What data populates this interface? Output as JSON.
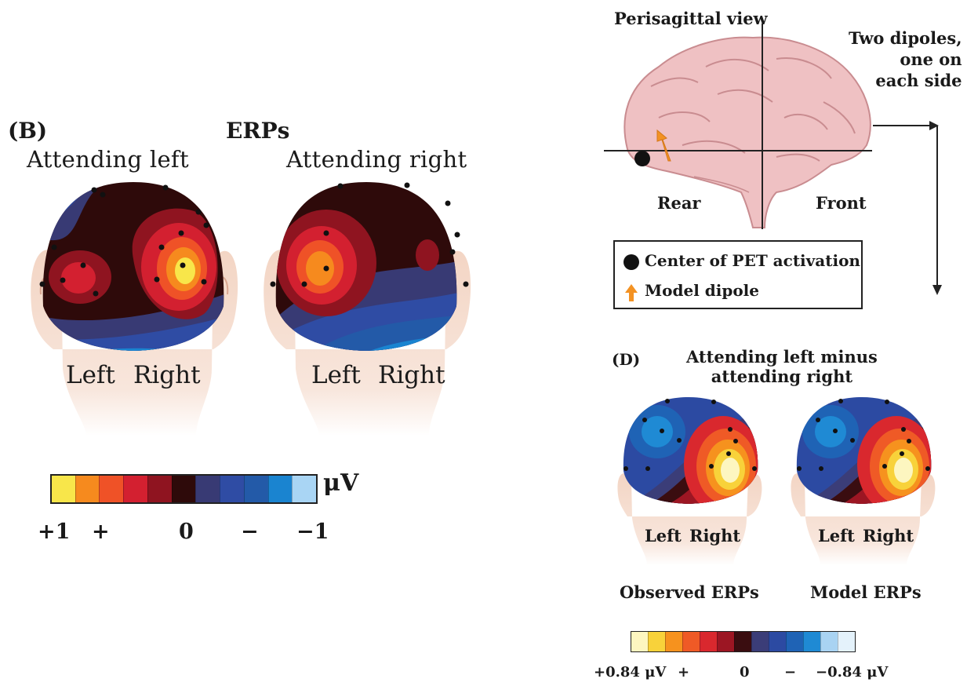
{
  "panel_b": {
    "label": "(B)",
    "title": "ERPs",
    "heads": [
      {
        "title": "Attending left",
        "left": "Left",
        "right": "Right"
      },
      {
        "title": "Attending right",
        "left": "Left",
        "right": "Right"
      }
    ],
    "scale": {
      "unit": "μV",
      "ticks": [
        "+1",
        "+",
        "0",
        "−",
        "−1"
      ],
      "colors": [
        "#f8e64a",
        "#f68a1e",
        "#ef5227",
        "#d32030",
        "#8f1420",
        "#2e0a0a",
        "#383a74",
        "#2f4ca4",
        "#235aa8",
        "#1a84d0",
        "#a9d5f4"
      ]
    }
  },
  "panel_c": {
    "view_label": "Perisagittal view",
    "note": "Two dipoles,\none on\neach side",
    "rear": "Rear",
    "front": "Front",
    "legend": [
      {
        "icon": "pet-center-dot",
        "text": "Center of PET activation"
      },
      {
        "icon": "dipole-arrow",
        "text": "Model dipole"
      }
    ]
  },
  "panel_d": {
    "label": "(D)",
    "title": "Attending left minus\nattending right",
    "heads": [
      {
        "caption": "Observed ERPs",
        "left": "Left",
        "right": "Right"
      },
      {
        "caption": "Model ERPs",
        "left": "Left",
        "right": "Right"
      }
    ],
    "scale": {
      "ticks": [
        "+0.84 μV",
        "+",
        "0",
        "−",
        "−0.84 μV"
      ],
      "colors": [
        "#fdf6c0",
        "#f8d23a",
        "#f6921e",
        "#ef5a26",
        "#d9282e",
        "#9c1623",
        "#3a0d10",
        "#3b3d78",
        "#2c4aa2",
        "#1f63b5",
        "#1f8ad4",
        "#a9d3f2",
        "#e4f2fb"
      ]
    }
  },
  "colors": {
    "skin": "#f3d5c4",
    "brain": "#efc1c3",
    "arrow": "#f39223",
    "stroke": "#222222"
  }
}
